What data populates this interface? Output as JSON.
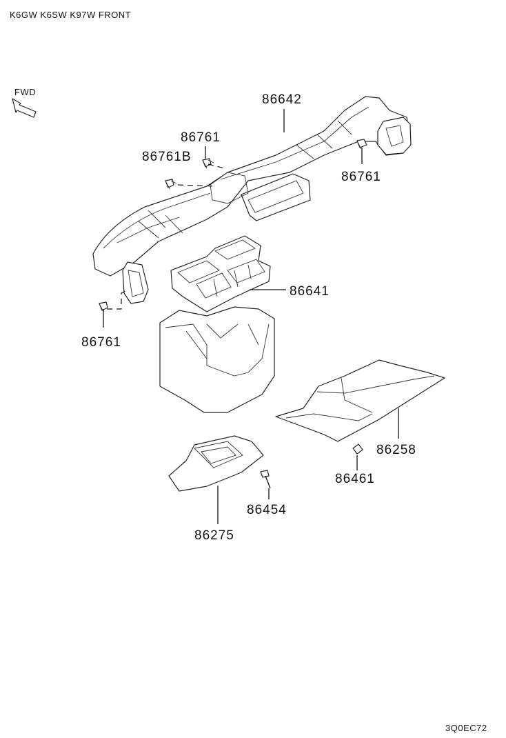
{
  "header": {
    "model_text": "K6GW K6SW K97W FRONT"
  },
  "direction": {
    "label": "FWD",
    "icon": "forward-arrow-icon"
  },
  "callouts": [
    {
      "id": "duct-upper",
      "part_number": "86642"
    },
    {
      "id": "clip-top",
      "part_number": "86761"
    },
    {
      "id": "clip-b",
      "part_number": "86761B"
    },
    {
      "id": "clip-right",
      "part_number": "86761"
    },
    {
      "id": "clip-left",
      "part_number": "86761"
    },
    {
      "id": "vent-housing",
      "part_number": "86641"
    },
    {
      "id": "duct-floor",
      "part_number": "86258"
    },
    {
      "id": "clip-floor",
      "part_number": "86461"
    },
    {
      "id": "screw",
      "part_number": "86454"
    },
    {
      "id": "duct-small",
      "part_number": "86275"
    }
  ],
  "footer": {
    "diagram_code": "3Q0EC72"
  },
  "colors": {
    "line": "#222222",
    "background": "#ffffff"
  }
}
